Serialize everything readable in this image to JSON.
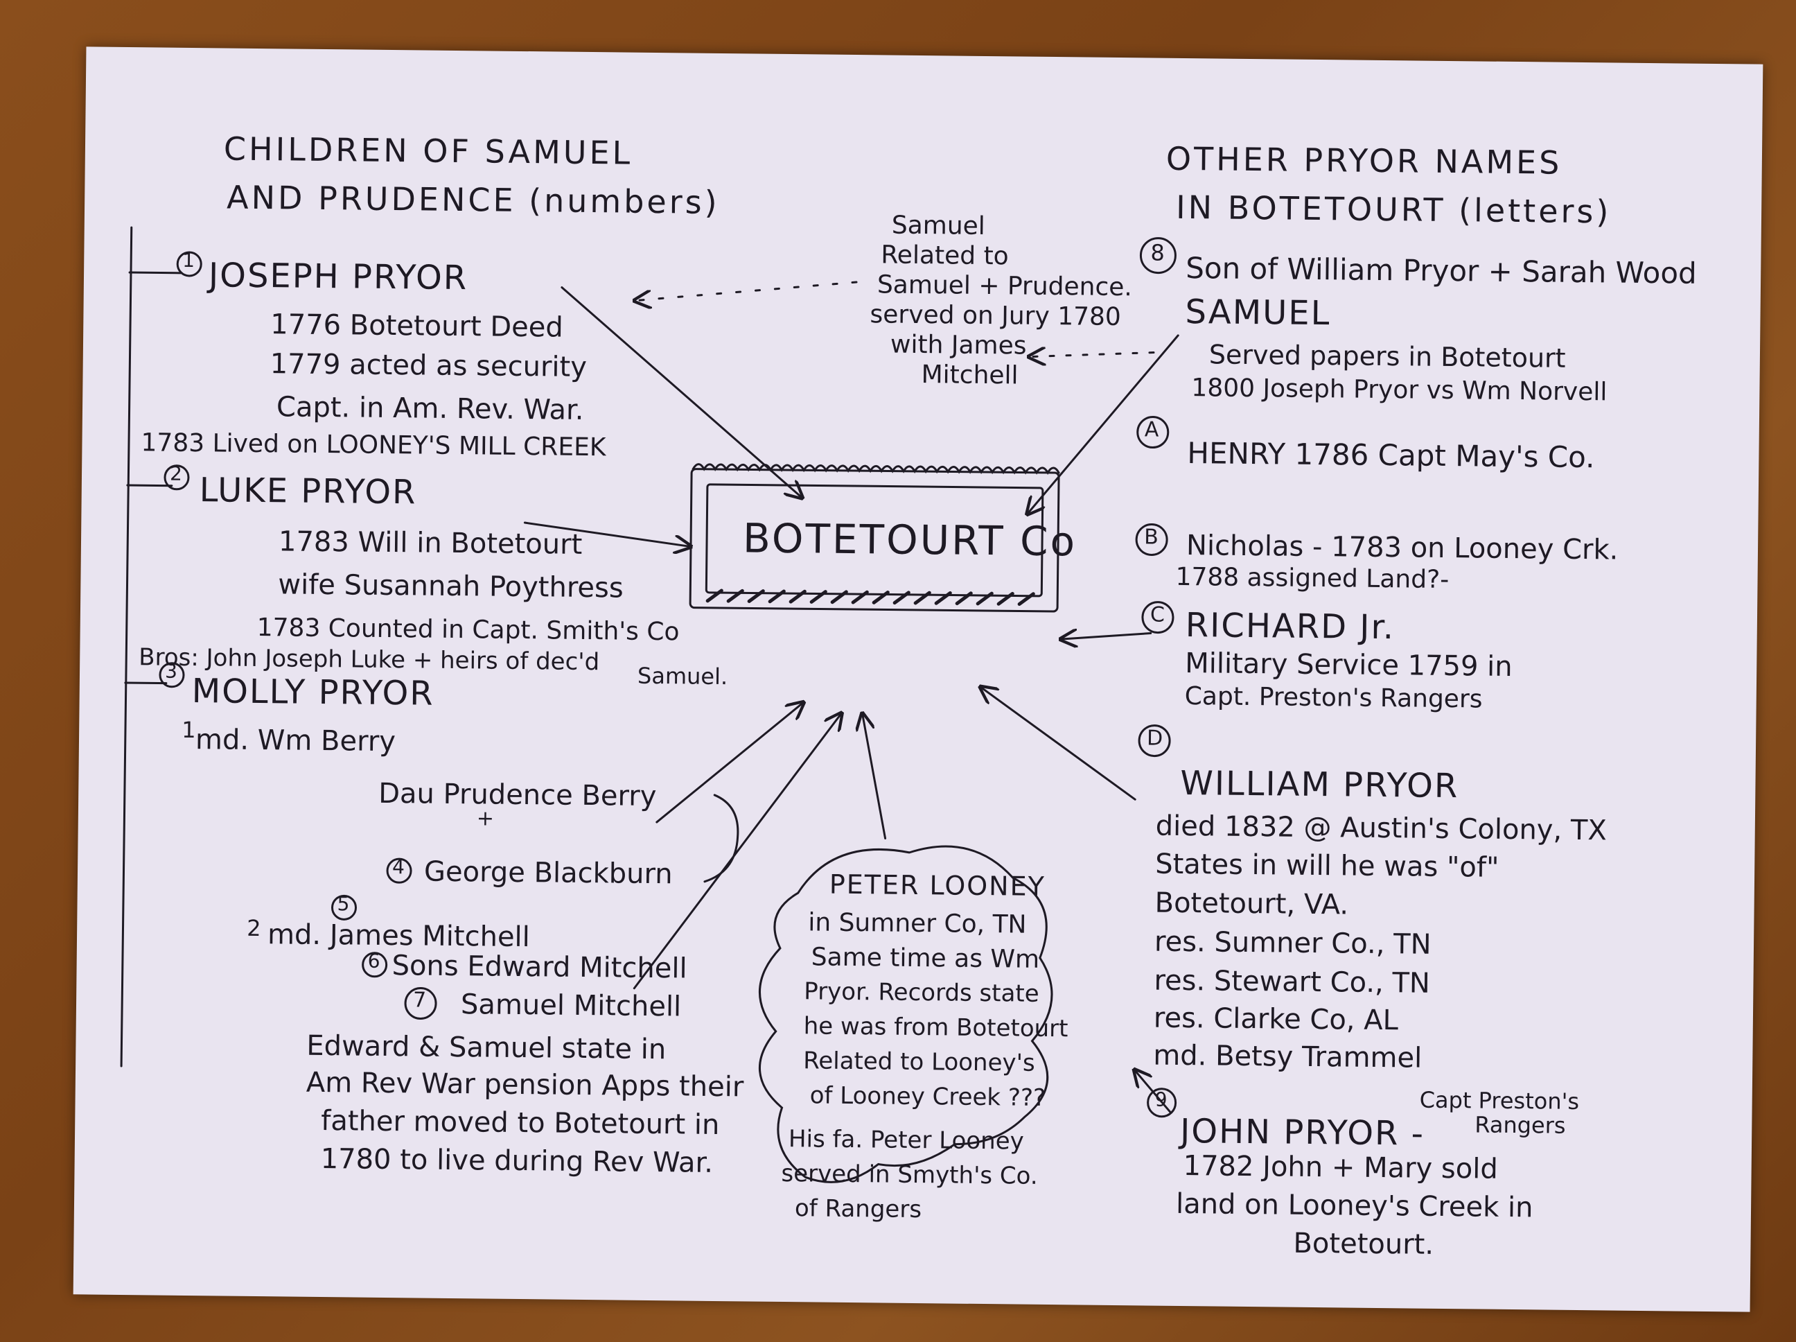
{
  "left_heading": [
    "CHILDREN OF SAMUEL",
    "AND PRUDENCE (numbers)"
  ],
  "right_heading": [
    "OTHER PRYOR NAMES",
    "IN BOTETOURT (letters)"
  ],
  "center": "BOTETOURT Co",
  "joseph": {
    "marker": "1",
    "name": "JOSEPH PRYOR",
    "lines": [
      "1776 Botetourt Deed",
      "1779 acted as security",
      "Capt. in Am. Rev. War.",
      "1783 Lived on LOONEY'S MILL CREEK"
    ]
  },
  "luke": {
    "marker": "2",
    "name": "LUKE PRYOR",
    "lines": [
      "1783 Will in Botetourt",
      "wife Susannah Poythress",
      "1783 Counted in Capt. Smith's Co",
      "Bros: John Joseph Luke + heirs of dec'd",
      "Samuel."
    ]
  },
  "molly": {
    "marker": "3",
    "name": "MOLLY PRYOR",
    "line1": "md. Wm Berry",
    "line1_prefix": "1",
    "dau": "Dau Prudence Berry",
    "plus": "+",
    "marker4": "4",
    "george": "George Blackburn",
    "marker5": "5",
    "md2_prefix": "2",
    "md2": "md. James Mitchell",
    "marker6": "6",
    "sons": "Sons Edward Mitchell",
    "marker7": "7",
    "samuel": "Samuel Mitchell",
    "note": [
      "Edward & Samuel state in",
      "Am Rev War pension Apps their",
      "father moved to Botetourt in",
      "1780 to live during Rev War."
    ]
  },
  "samuel_note": [
    "Samuel",
    "Related to",
    "Samuel + Prudence.",
    "served on Jury 1780",
    "with James",
    "Mitchell"
  ],
  "son_of": {
    "marker": "8",
    "line": "Son of William Pryor + Sarah Wood",
    "name": "SAMUEL",
    "lines": [
      "Served papers in Botetourt",
      "1800 Joseph Pryor vs Wm Norvell"
    ]
  },
  "henry": {
    "marker": "A",
    "text": "HENRY 1786 Capt May's Co."
  },
  "nicholas": {
    "marker": "B",
    "lines": [
      "Nicholas - 1783 on Looney Crk.",
      "1788 assigned Land?-"
    ]
  },
  "richard": {
    "marker": "C",
    "name": "RICHARD Jr.",
    "lines": [
      "Military Service 1759 in",
      "Capt. Preston's Rangers"
    ]
  },
  "william": {
    "marker": "D",
    "name": "WILLIAM PRYOR",
    "lines": [
      "died 1832 @ Austin's Colony, TX",
      "States in will he was \"of\"",
      "Botetourt, VA.",
      "res. Sumner Co., TN",
      "res. Stewart Co., TN",
      "res. Clarke Co, AL",
      "md. Betsy Trammel"
    ]
  },
  "john": {
    "marker": "9",
    "name": "JOHN PRYOR -",
    "rangers": [
      "Capt Preston's",
      "Rangers"
    ],
    "lines": [
      "1782 John + Mary sold",
      "land on Looney's Creek in",
      "Botetourt."
    ]
  },
  "peter": {
    "name": "PETER LOONEY",
    "lines": [
      "in Sumner Co, TN",
      "Same time as Wm",
      "Pryor. Records state",
      "he was from Botetourt",
      "Related to Looney's",
      "of Looney Creek ???"
    ],
    "fa": [
      "His fa. Peter Looney",
      "served in Smyth's Co.",
      "of Rangers"
    ]
  }
}
